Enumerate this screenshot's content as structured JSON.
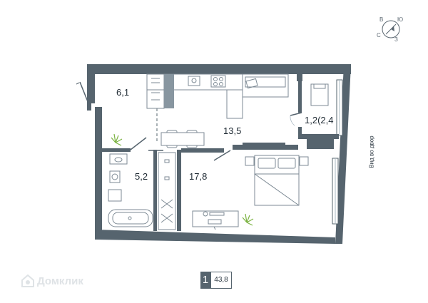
{
  "compass": {
    "north": "С",
    "south": "Ю",
    "east": "В",
    "west": "З"
  },
  "rooms": [
    {
      "id": "hall",
      "area": "6,1"
    },
    {
      "id": "kitchen-living",
      "area": "13,5"
    },
    {
      "id": "balcony",
      "area": "1,2(2,4"
    },
    {
      "id": "bathroom",
      "area": "5,2"
    },
    {
      "id": "bedroom",
      "area": "17,8"
    }
  ],
  "view_label": "Вид во двор",
  "summary": {
    "rooms": "1",
    "total_area": "43,8"
  },
  "watermark": {
    "text": "Домклик"
  },
  "colors": {
    "wall": "#56646e",
    "furniture": "#7d8a94",
    "glass": "#a9b8c2",
    "plant": "#7cb342"
  }
}
